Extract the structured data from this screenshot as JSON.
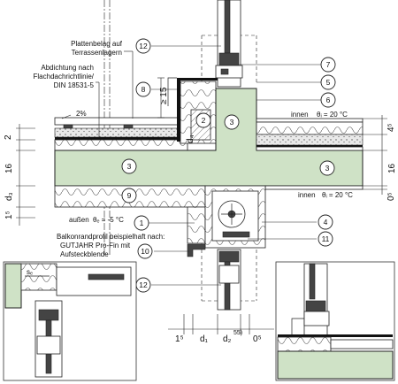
{
  "labels": {
    "plattenbelag_1": "Plattenbelag auf",
    "plattenbelag_2": "Terrassenlagern",
    "abdichtung_1": "Abdichtung nach",
    "abdichtung_2": "Flachdachrichtlinie/",
    "abdichtung_3": "DIN 18531-5",
    "innen_upper": "innen",
    "theta_upper": "θᵢ = 20 °C",
    "innen_lower": "innen",
    "theta_lower": "θᵢ = 20 °C",
    "aussen": "außen",
    "theta_aussen": "θₑ = -5 °C",
    "balkon_1": "Balkonrandprofil beispielhaft nach:",
    "balkon_2": "GUTJAHR Pro-Fin mit",
    "balkon_3": "Aufsteckblende",
    "slope": "2%",
    "inset_se": "sₑ"
  },
  "dimensions": {
    "left_2": "2",
    "left_16": "16",
    "left_d3": "d₃",
    "left_1_5": "1⁵",
    "right_4_5": "4⁵",
    "right_16": "16",
    "right_0_5": "0⁵",
    "upstand": "≥ 15",
    "d4": "d₄",
    "bottom_1_5": "1⁵",
    "bottom_d1": "d₁",
    "bottom_d2": "d₂",
    "bottom_d2_note": "55)",
    "bottom_0_5": "0⁵"
  },
  "callouts": [
    "1",
    "2",
    "3",
    "3",
    "3",
    "4",
    "5",
    "6",
    "7",
    "8",
    "9",
    "10",
    "11",
    "12",
    "12"
  ]
}
